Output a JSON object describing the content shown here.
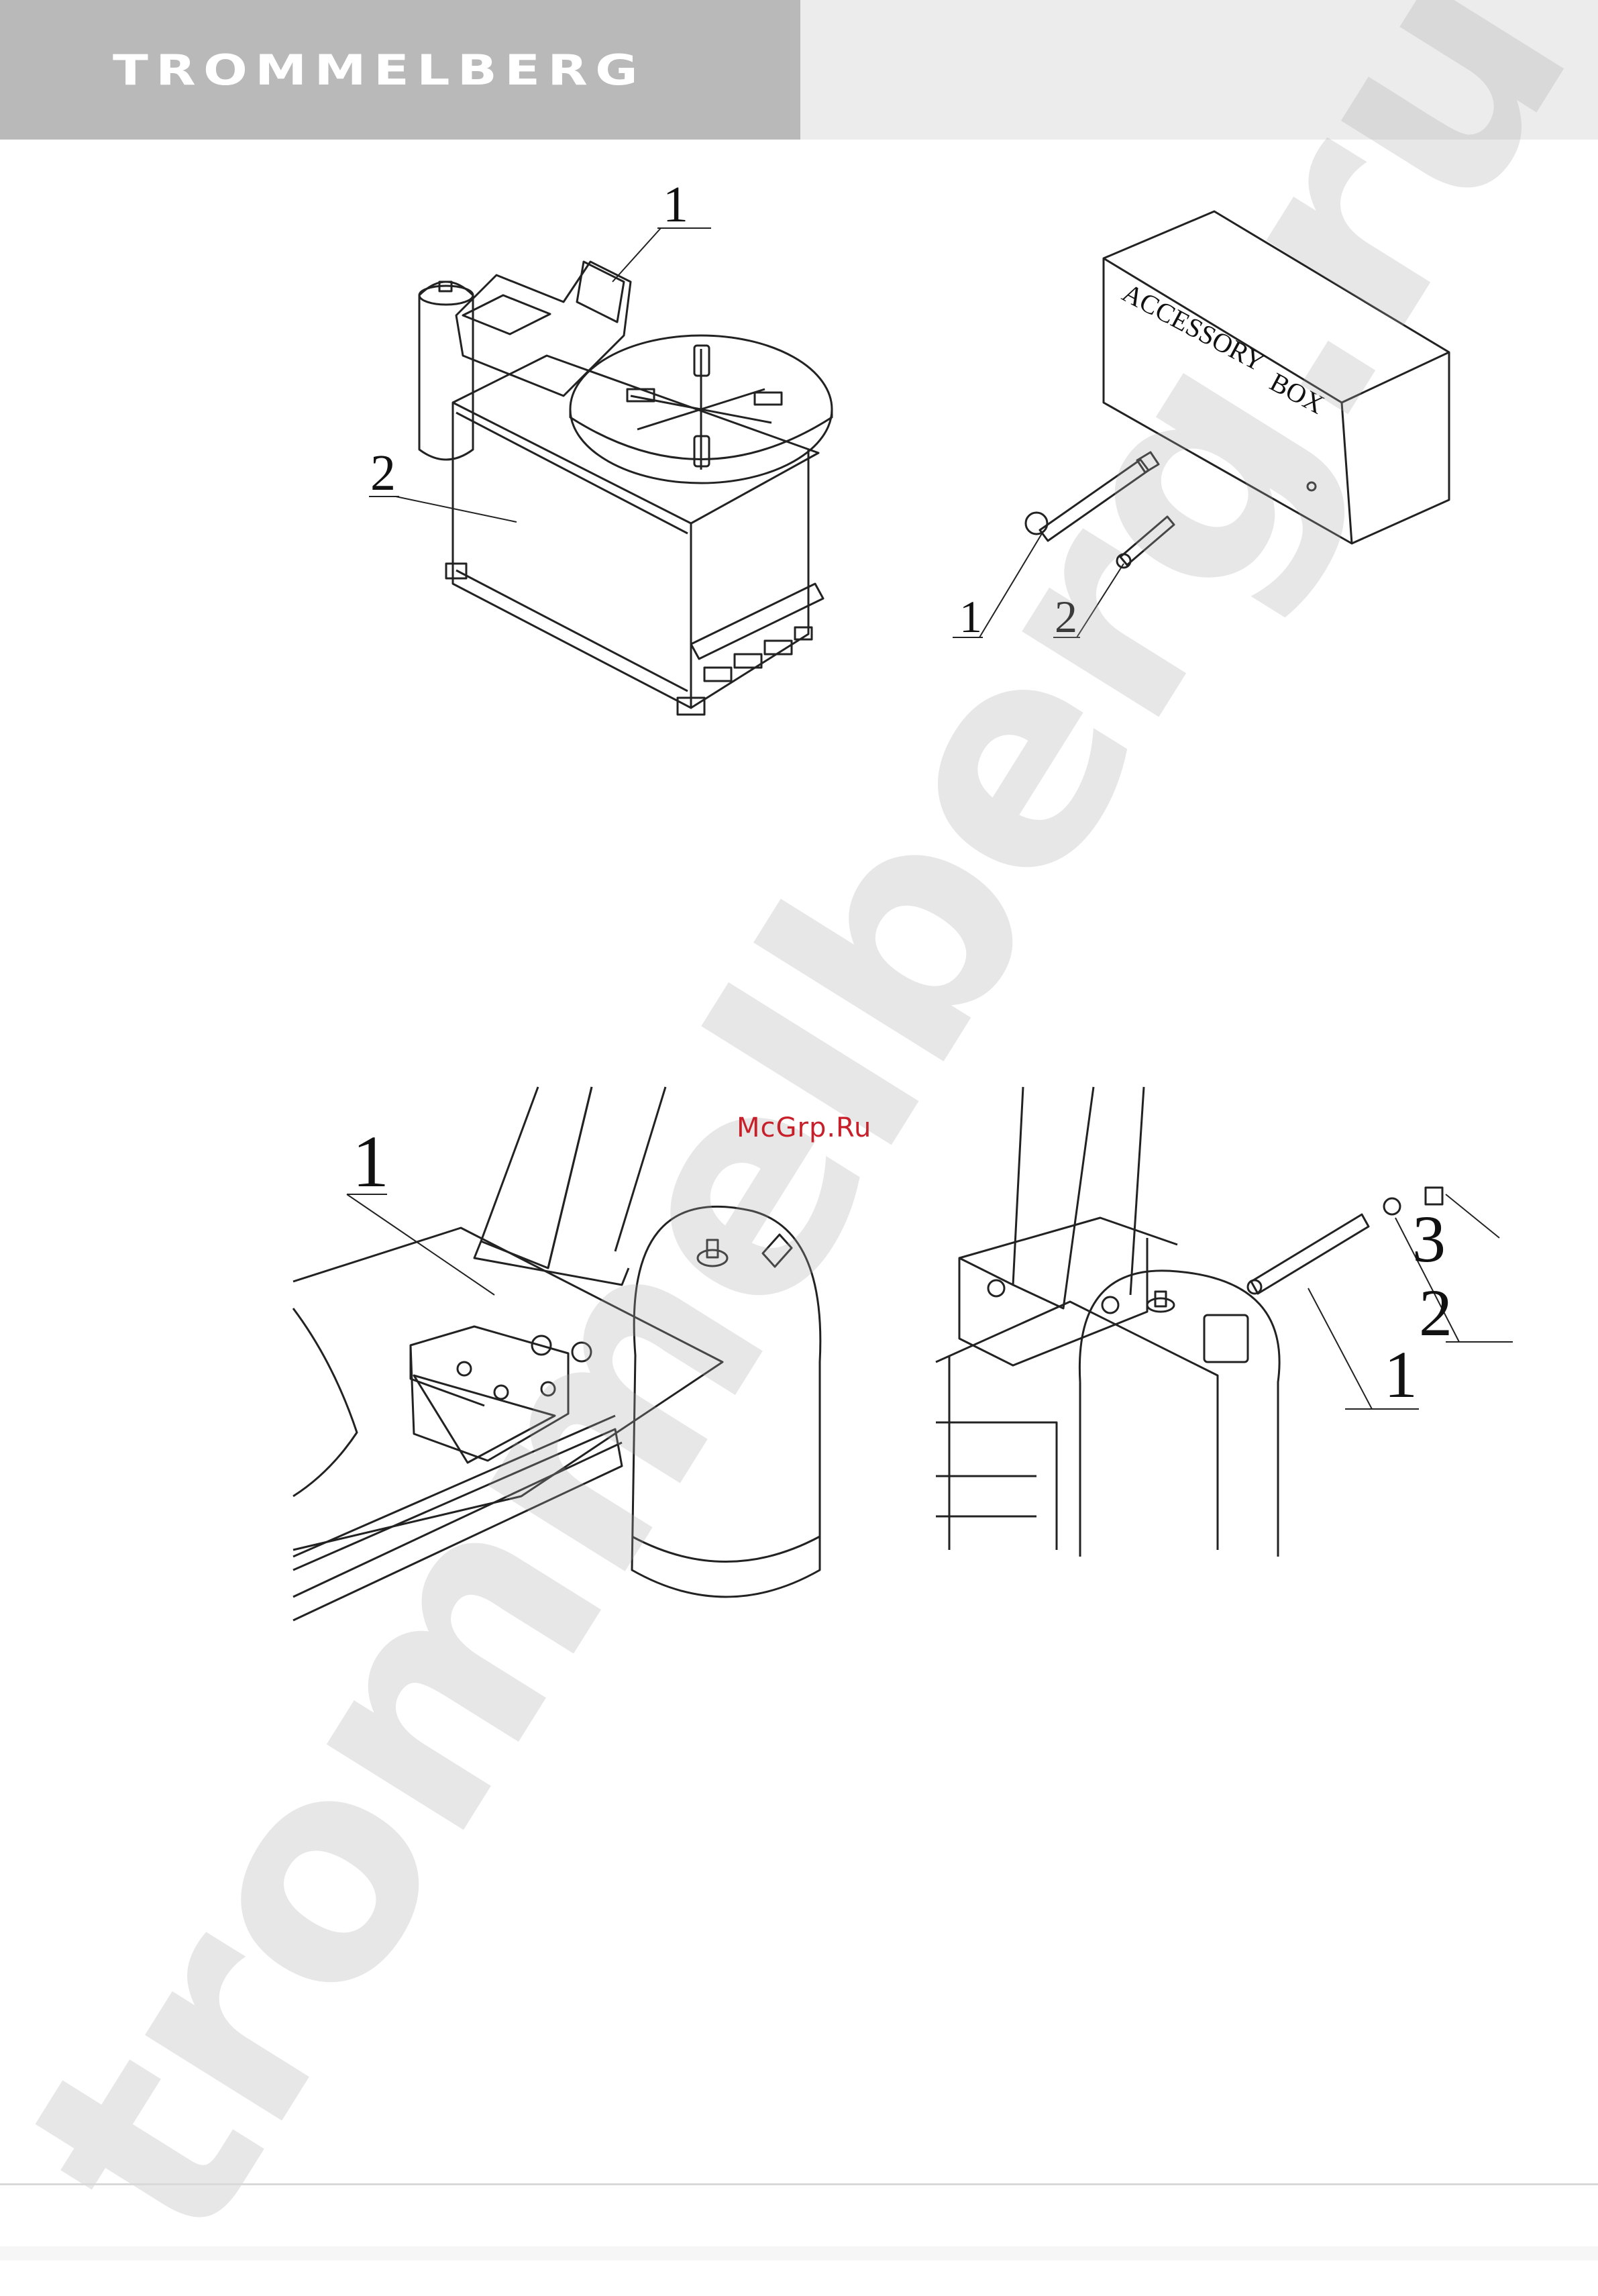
{
  "header": {
    "brand": "TROMMELBERG",
    "left_color": "#b9b9b9",
    "right_color": "#ececec"
  },
  "figures": {
    "machine": {
      "callouts": [
        "1",
        "2"
      ]
    },
    "accessory": {
      "box_label_line1": "ACCESSORY",
      "box_label_line2": "BOX",
      "callouts": [
        "1",
        "2"
      ]
    },
    "mount_left": {
      "callouts": [
        "1"
      ]
    },
    "mount_right": {
      "callouts": [
        "1",
        "2",
        "3"
      ]
    }
  },
  "watermark": {
    "text": "trommelberg.ru",
    "color": "#aaaaaa"
  },
  "site_mark": {
    "text": "McGrp.Ru",
    "color": "#c8202a"
  }
}
